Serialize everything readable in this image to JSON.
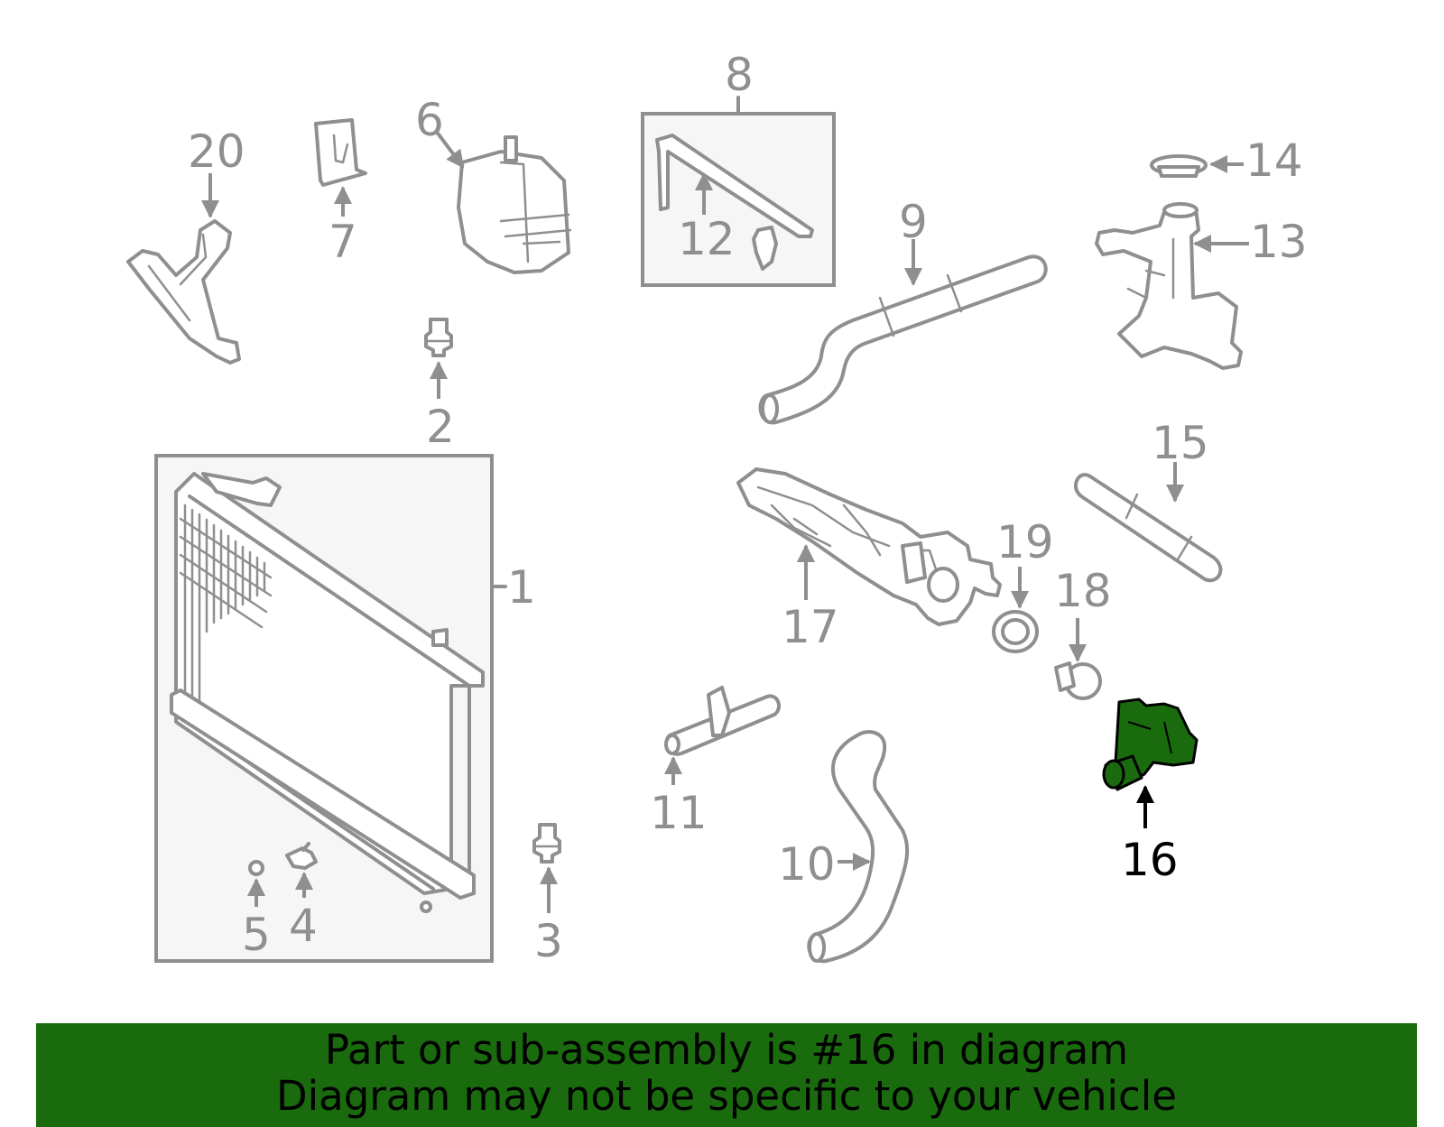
{
  "diagram": {
    "highlight_color": "#1a6b0e",
    "callouts": [
      {
        "id": "1",
        "label": "1"
      },
      {
        "id": "2",
        "label": "2"
      },
      {
        "id": "3",
        "label": "3"
      },
      {
        "id": "4",
        "label": "4"
      },
      {
        "id": "5",
        "label": "5"
      },
      {
        "id": "6",
        "label": "6"
      },
      {
        "id": "7",
        "label": "7"
      },
      {
        "id": "8",
        "label": "8"
      },
      {
        "id": "9",
        "label": "9"
      },
      {
        "id": "10",
        "label": "10"
      },
      {
        "id": "11",
        "label": "11"
      },
      {
        "id": "12",
        "label": "12"
      },
      {
        "id": "13",
        "label": "13"
      },
      {
        "id": "14",
        "label": "14"
      },
      {
        "id": "15",
        "label": "15"
      },
      {
        "id": "16",
        "label": "16",
        "highlighted": true
      },
      {
        "id": "17",
        "label": "17"
      },
      {
        "id": "18",
        "label": "18"
      },
      {
        "id": "19",
        "label": "19"
      },
      {
        "id": "20",
        "label": "20"
      }
    ]
  },
  "banner": {
    "line1": "Part or sub-assembly is #16 in diagram",
    "line2": "Diagram may not be specific to your vehicle",
    "background": "#1a6b0e"
  }
}
